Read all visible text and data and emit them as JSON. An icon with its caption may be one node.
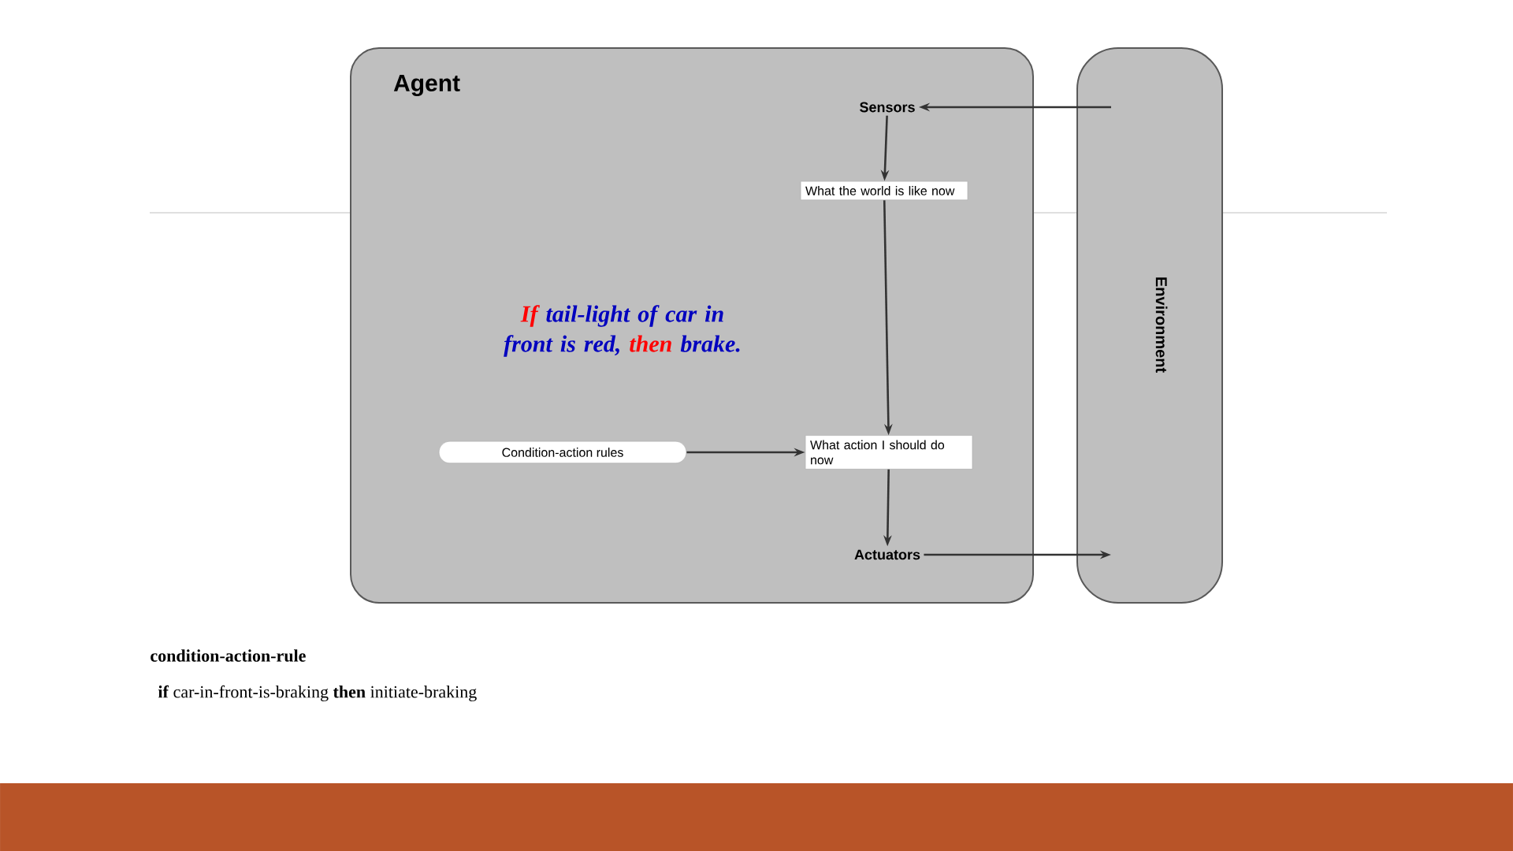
{
  "diagram": {
    "nodes": [
      {
        "text": [
          "Agent"
        ]
      },
      {
        "text": [
          "Environment"
        ]
      },
      {
        "text": [
          "Sensors"
        ],
        "in": 0
      },
      {
        "text": [
          "What the world is like now"
        ],
        "in": 0
      },
      {
        "text": [
          "Condition-action rules"
        ],
        "in": 0
      },
      {
        "text": [
          "What action I should do now"
        ],
        "in": 0
      },
      {
        "text": [
          "Actuators"
        ],
        "in": 0
      }
    ],
    "edges": [
      {
        "from": 1,
        "to": 2,
        "arrow": "to"
      },
      {
        "from": 2,
        "to": 3,
        "arrow": "to"
      },
      {
        "from": 3,
        "to": 5,
        "arrow": "to"
      },
      {
        "from": 4,
        "to": 5,
        "arrow": "to"
      },
      {
        "from": 5,
        "to": 6,
        "arrow": "to"
      },
      {
        "from": 6,
        "to": 1,
        "arrow": "to"
      }
    ],
    "labels": [
      "**If** tail-light of car in front is red, **then** brake.",
      "condition-action-rule",
      "**if** car-in-front-is-braking **then** initiate-braking"
    ]
  }
}
